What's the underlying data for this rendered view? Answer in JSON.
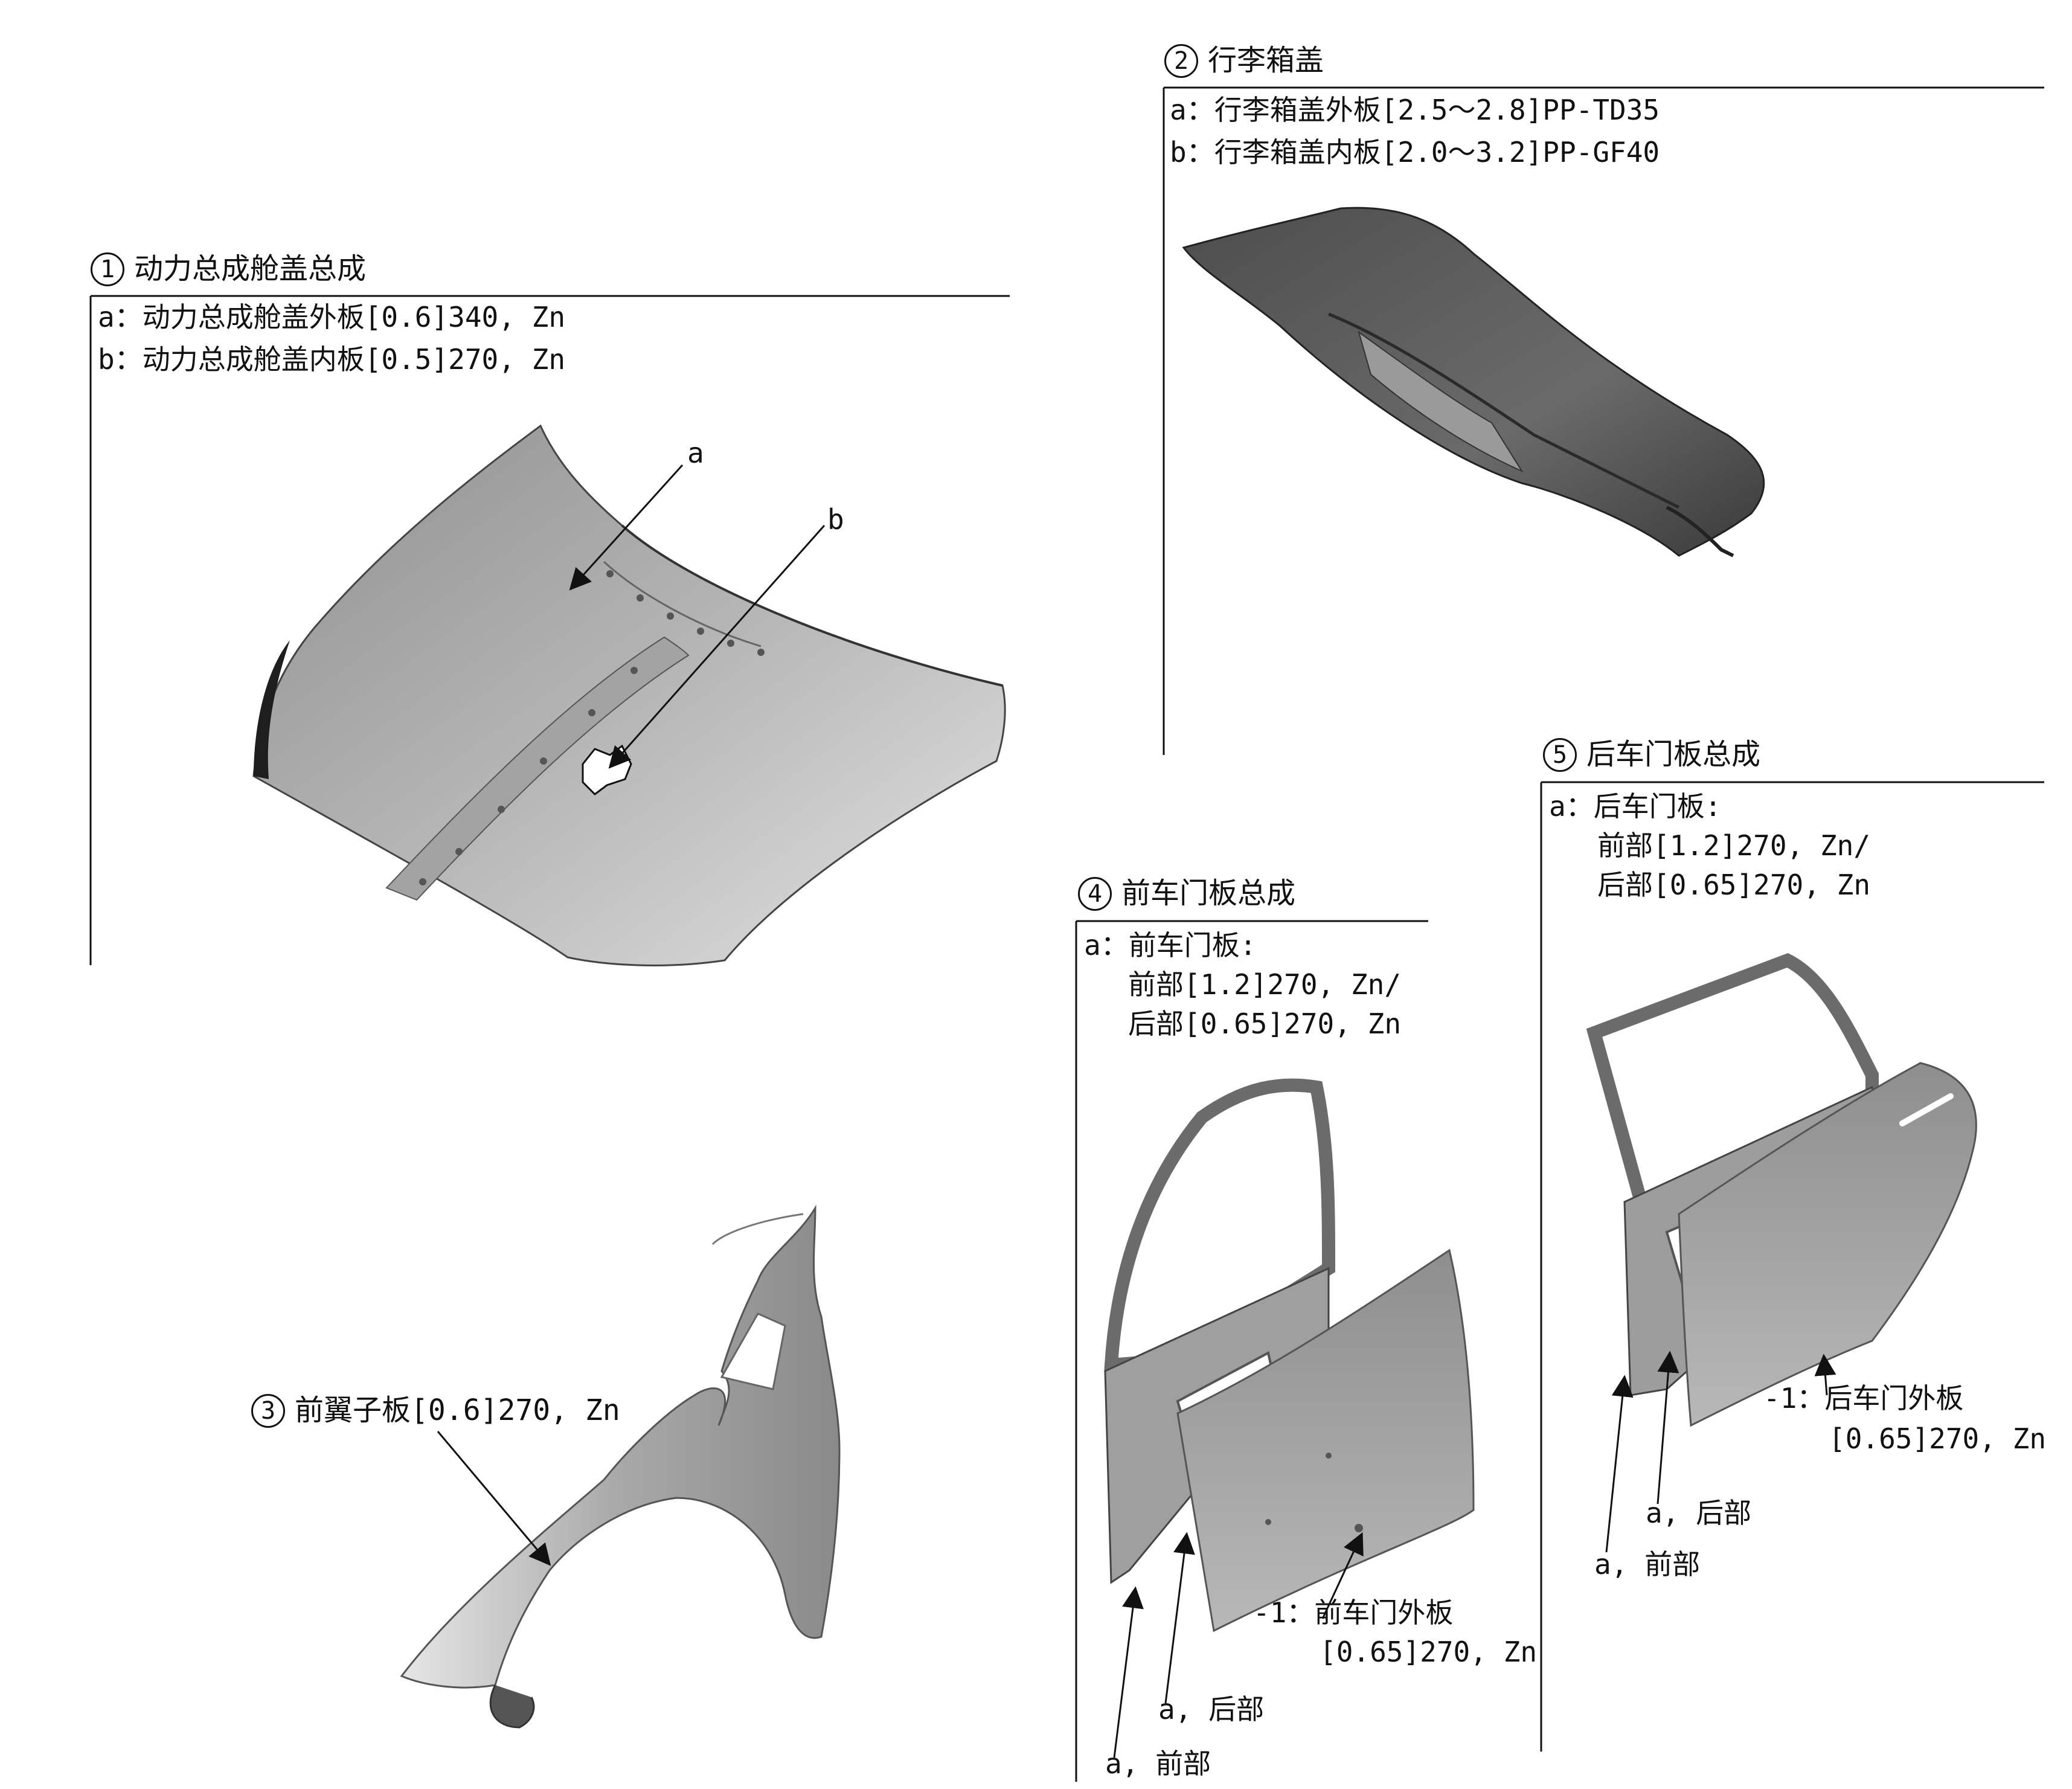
{
  "section1": {
    "num": "1",
    "title": "动力总成舱盖总成",
    "line_a": "a：动力总成舱盖外板[0.6]340, Zn",
    "line_b": "b：动力总成舱盖内板[0.5]270, Zn",
    "callout_a": "a",
    "callout_b": "b"
  },
  "section2": {
    "num": "2",
    "title": "行李箱盖",
    "line_a": "a：行李箱盖外板[2.5～2.8]PP-TD35",
    "line_b": "b：行李箱盖内板[2.0～3.2]PP-GF40"
  },
  "section3": {
    "num": "3",
    "title": "前翼子板[0.6]270, Zn"
  },
  "section4": {
    "num": "4",
    "title": "前车门板总成",
    "line_a1": "a：前车门板:",
    "line_a2": "前部[1.2]270, Zn/",
    "line_a3": "后部[0.65]270, Zn",
    "outer_1": "-1：前车门外板",
    "outer_2": "[0.65]270, Zn",
    "rear_label": "a, 后部",
    "front_label": "a, 前部"
  },
  "section5": {
    "num": "5",
    "title": "后车门板总成",
    "line_a1": "a：后车门板:",
    "line_a2": "前部[1.2]270, Zn/",
    "line_a3": "后部[0.65]270, Zn",
    "outer_1": "-1：后车门外板",
    "outer_2": "[0.65]270, Zn",
    "rear_label": "a, 后部",
    "front_label": "a, 前部"
  },
  "colors": {
    "panel_light": "#c9c9c9",
    "panel_mid": "#9a9a9a",
    "panel_dark": "#555555",
    "line": "#111111"
  }
}
